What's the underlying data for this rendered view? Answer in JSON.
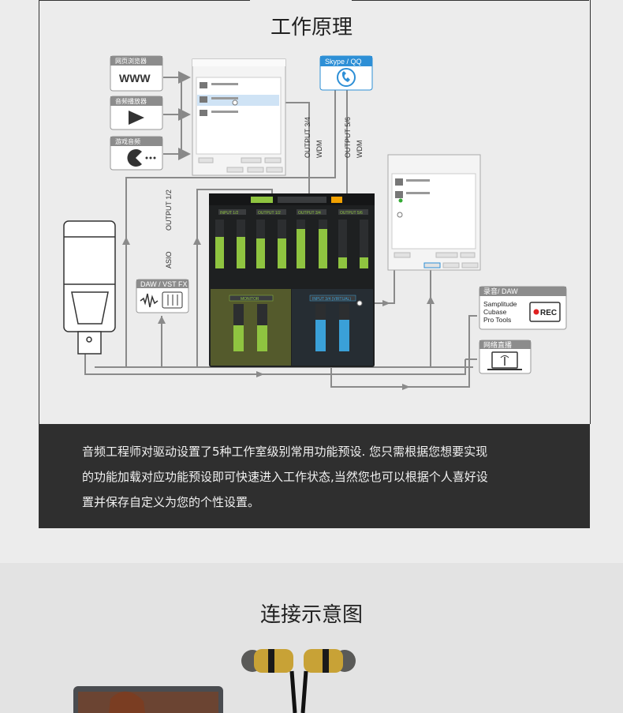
{
  "section1": {
    "title": "工作原理",
    "labels": {
      "web_browser": "网页浏览器",
      "www": "WWW",
      "audio_player": "音频播放器",
      "game_audio": "游戏音频",
      "skype": "Skype / QQ",
      "output34": "OUTPUT 3/4",
      "wdm1": "WDM",
      "output56": "OUTPUT 5/6",
      "wdm2": "WDM",
      "output12": "OUTPUT 1/2",
      "asio": "ASIO",
      "daw_vst": "DAW / VST FX",
      "rec_daw": "录音/ DAW",
      "rec_apps": [
        "Samplitude",
        "Cubase",
        "Pro Tools"
      ],
      "rec": "REC",
      "live": "网络直播",
      "mixer_tabs": [
        "INPUT 1/2",
        "OUTPUT 1/2",
        "OUTPUT 3/4",
        "OUTPUT 5/6"
      ],
      "monitor": "MONITOR",
      "input34": "INPUT 3/4 (VIRTUAL)"
    },
    "description": [
      "音频工程师对驱动设置了5种工作室级别常用功能预设. 您只需根据您想要实现",
      "的功能加载对应功能预设即可快速进入工作状态,当然您也可以根据个人喜好设",
      "置并保存自定义为您的个性设置。"
    ],
    "colors": {
      "accent": "#2d8fd6",
      "dark_band": "#2f2f2f",
      "meter_green": "#8fc440",
      "meter_blue": "#3aa0d8"
    }
  },
  "section2": {
    "title": "连接示意图"
  }
}
